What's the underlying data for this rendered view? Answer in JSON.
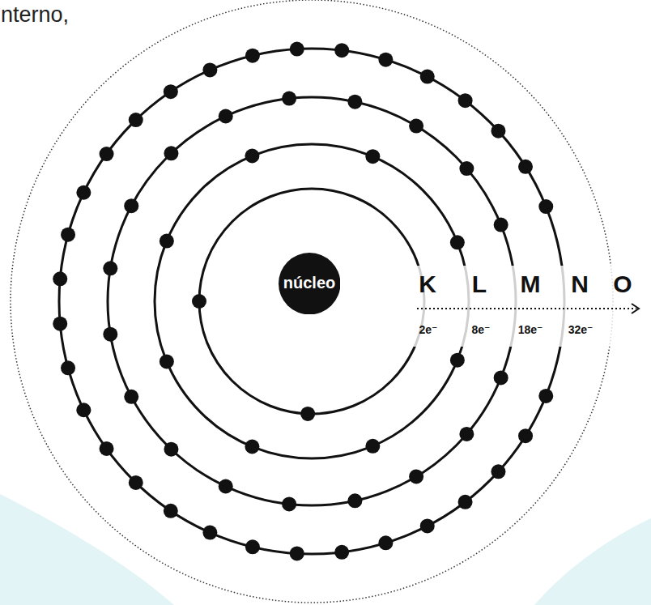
{
  "diagram": {
    "nodes": [
      {
        "text": [
          "núcleo"
        ]
      }
    ],
    "edges": [],
    "labels": [
      "nterno,",
      "K",
      "L",
      "M",
      "N",
      "O",
      "2e⁻",
      "8e⁻",
      "18e⁻",
      "32e⁻"
    ]
  }
}
